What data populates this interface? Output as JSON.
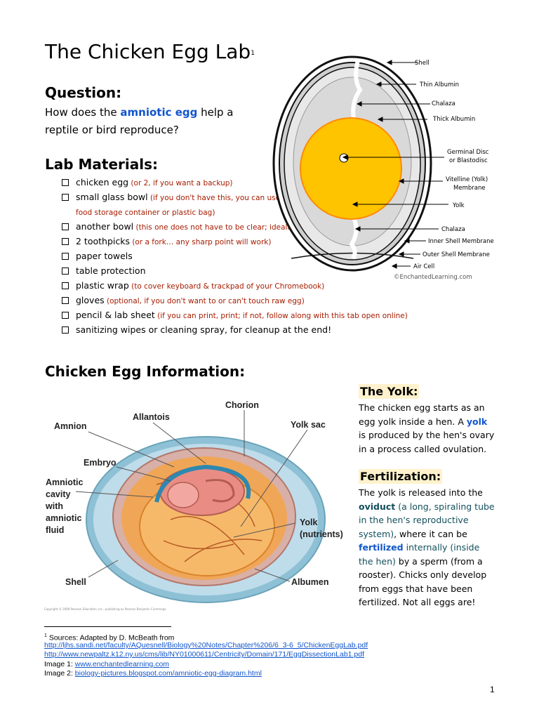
{
  "title": "The Chicken Egg Lab",
  "title_footnote_mark": "1",
  "question": {
    "heading": "Question:",
    "before": "How does the ",
    "highlight": "amniotic egg",
    "after": " help a reptile or bird reproduce?"
  },
  "materials": {
    "heading": "Lab Materials:",
    "items": [
      {
        "text": "chicken egg",
        "note": " (or 2, if you want a backup)"
      },
      {
        "text": "small glass bowl",
        "note": " (if you don't have this, you can use any clear plastic container, such as a food storage container or plastic bag)"
      },
      {
        "text": "another bowl",
        "note": " (this one does not have to be clear; ideally it's dark, no decorations inside)"
      },
      {
        "text": "2 toothpicks",
        "note": " (or a fork… any sharp point will work)"
      },
      {
        "text": "paper towels",
        "note": ""
      },
      {
        "text": "table protection",
        "note": ""
      },
      {
        "text": "plastic wrap",
        "note": " (to cover keyboard & trackpad of your Chromebook)"
      },
      {
        "text": "gloves",
        "note": " (optional, if you don't want to or can't touch raw egg)"
      },
      {
        "text": "pencil & lab sheet",
        "note": " (if you can print, print; if not, follow along with this tab open online)"
      },
      {
        "text": "sanitizing wipes or cleaning spray, for cleanup at the end!",
        "note": ""
      }
    ]
  },
  "egg_diagram": {
    "labels": {
      "shell": "Shell",
      "thin_albumin": "Thin Albumin",
      "chalaza_top": "Chalaza",
      "thick_albumin": "Thick Albumin",
      "germinal_1": "Germinal Disc",
      "germinal_2": "or Blastodisc",
      "vitelline_1": "Vitelline (Yolk)",
      "vitelline_2": "Membrane",
      "yolk": "Yolk",
      "chalaza_bottom": "Chalaza",
      "inner_membrane": "Inner Shell Membrane",
      "outer_membrane": "Outer Shell Membrane",
      "air_cell": "Air Cell",
      "credit": "©EnchantedLearning.com"
    }
  },
  "info_heading": "Chicken Egg Information:",
  "amniotic_diagram": {
    "labels": {
      "chorion": "Chorion",
      "allantois": "Allantois",
      "amnion": "Amnion",
      "yolk_sac": "Yolk sac",
      "embryo": "Embryo",
      "cavity_1": "Amniotic",
      "cavity_2": "cavity",
      "cavity_3": "with",
      "cavity_4": "amniotic",
      "cavity_5": "fluid",
      "yolk_1": "Yolk",
      "yolk_2": "(nutrients)",
      "shell": "Shell",
      "albumen": "Albumen",
      "copyright": "Copyright © 2008 Pearson Education, Inc., publishing as Pearson Benjamin Cummings."
    }
  },
  "yolk_section": {
    "heading": "The Yolk:",
    "p1": "The chicken egg starts as an egg yolk inside a hen. A ",
    "p1_highlight": "yolk",
    "p1_end": " is produced by the hen's ovary in a process called ovulation."
  },
  "fert_section": {
    "heading": "Fertilization:",
    "t1": "The yolk is released into the ",
    "oviduct": "oviduct",
    "t2": " (a long, spiraling tube in the hen's reproductive system)",
    "t3": ", where it can be ",
    "fertilized": "fertilized",
    "t4": " internally (inside the hen)",
    "t5": " by a sperm (from a rooster). Chicks only develop from eggs that have been fertilized. Not all eggs are!"
  },
  "footnote": {
    "mark": "1",
    "sources": " Sources: Adapted by D. McBeath from",
    "link1": "http://ljhs.sandi.net/faculty/AQuesnell/Biology%20Notes/Chapter%206/6_3-6_5/ChickenEggLab.pdf",
    "link2": "http://www.newpaltz.k12.ny.us/cms/lib/NY01000611/Centricity/Domain/171/EggDissectionLab1.pdf",
    "image1_label": "Image 1: ",
    "image1_link": "www.enchantedlearning.com",
    "image2_label": "Image 2: ",
    "image2_link": "biology-pictures.blogspot.com/amniotic-egg-diagram.html"
  },
  "page_number": "1"
}
